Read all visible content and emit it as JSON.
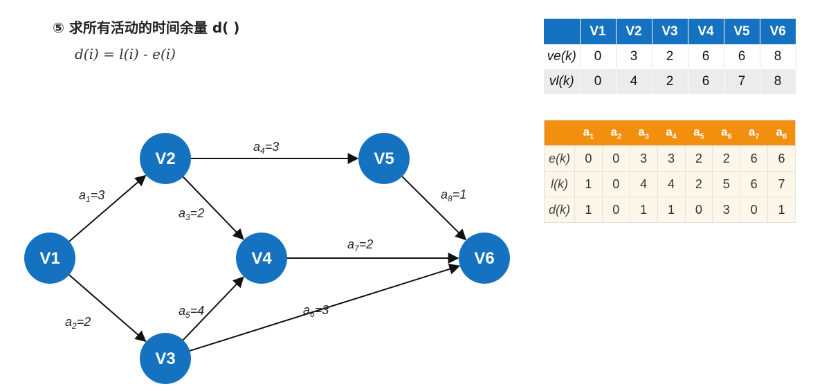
{
  "heading": {
    "title": "⑤ 求所有活动的时间余量 d( )",
    "formula": "d(i) = l(i) - e(i)"
  },
  "graph": {
    "nodes": [
      {
        "id": "V1",
        "label": "V1"
      },
      {
        "id": "V2",
        "label": "V2"
      },
      {
        "id": "V3",
        "label": "V3"
      },
      {
        "id": "V4",
        "label": "V4"
      },
      {
        "id": "V5",
        "label": "V5"
      },
      {
        "id": "V6",
        "label": "V6"
      }
    ],
    "edges": [
      {
        "from": "V1",
        "to": "V2",
        "name": "a",
        "sub": "1",
        "weight": "=3"
      },
      {
        "from": "V1",
        "to": "V3",
        "name": "a",
        "sub": "2",
        "weight": "=2"
      },
      {
        "from": "V2",
        "to": "V4",
        "name": "a",
        "sub": "3",
        "weight": "=2"
      },
      {
        "from": "V2",
        "to": "V5",
        "name": "a",
        "sub": "4",
        "weight": "=3"
      },
      {
        "from": "V3",
        "to": "V4",
        "name": "a",
        "sub": "5",
        "weight": "=4"
      },
      {
        "from": "V3",
        "to": "V6",
        "name": "a",
        "sub": "6",
        "weight": "=3"
      },
      {
        "from": "V4",
        "to": "V6",
        "name": "a",
        "sub": "7",
        "weight": "=2"
      },
      {
        "from": "V5",
        "to": "V6",
        "name": "a",
        "sub": "8",
        "weight": "=1"
      }
    ],
    "node_color": "#1572c0"
  },
  "vertex_table": {
    "header_color": "#1572c0",
    "columns": [
      "",
      "V1",
      "V2",
      "V3",
      "V4",
      "V5",
      "V6"
    ],
    "rows": [
      {
        "label": "ve(k)",
        "values": [
          "0",
          "3",
          "2",
          "6",
          "6",
          "8"
        ]
      },
      {
        "label": "vl(k)",
        "values": [
          "0",
          "4",
          "2",
          "6",
          "7",
          "8"
        ]
      }
    ]
  },
  "activity_table": {
    "header_color": "#f38f0e",
    "columns": [
      {
        "name": "",
        "sub": ""
      },
      {
        "name": "a",
        "sub": "1"
      },
      {
        "name": "a",
        "sub": "2"
      },
      {
        "name": "a",
        "sub": "3"
      },
      {
        "name": "a",
        "sub": "4"
      },
      {
        "name": "a",
        "sub": "5"
      },
      {
        "name": "a",
        "sub": "6"
      },
      {
        "name": "a",
        "sub": "7"
      },
      {
        "name": "a",
        "sub": "8"
      }
    ],
    "rows": [
      {
        "label": "e(k)",
        "values": [
          "0",
          "0",
          "3",
          "3",
          "2",
          "2",
          "6",
          "6"
        ]
      },
      {
        "label": "l(k)",
        "values": [
          "1",
          "0",
          "4",
          "4",
          "2",
          "5",
          "6",
          "7"
        ]
      },
      {
        "label": "d(k)",
        "values": [
          "1",
          "0",
          "1",
          "1",
          "0",
          "3",
          "0",
          "1"
        ]
      }
    ]
  }
}
